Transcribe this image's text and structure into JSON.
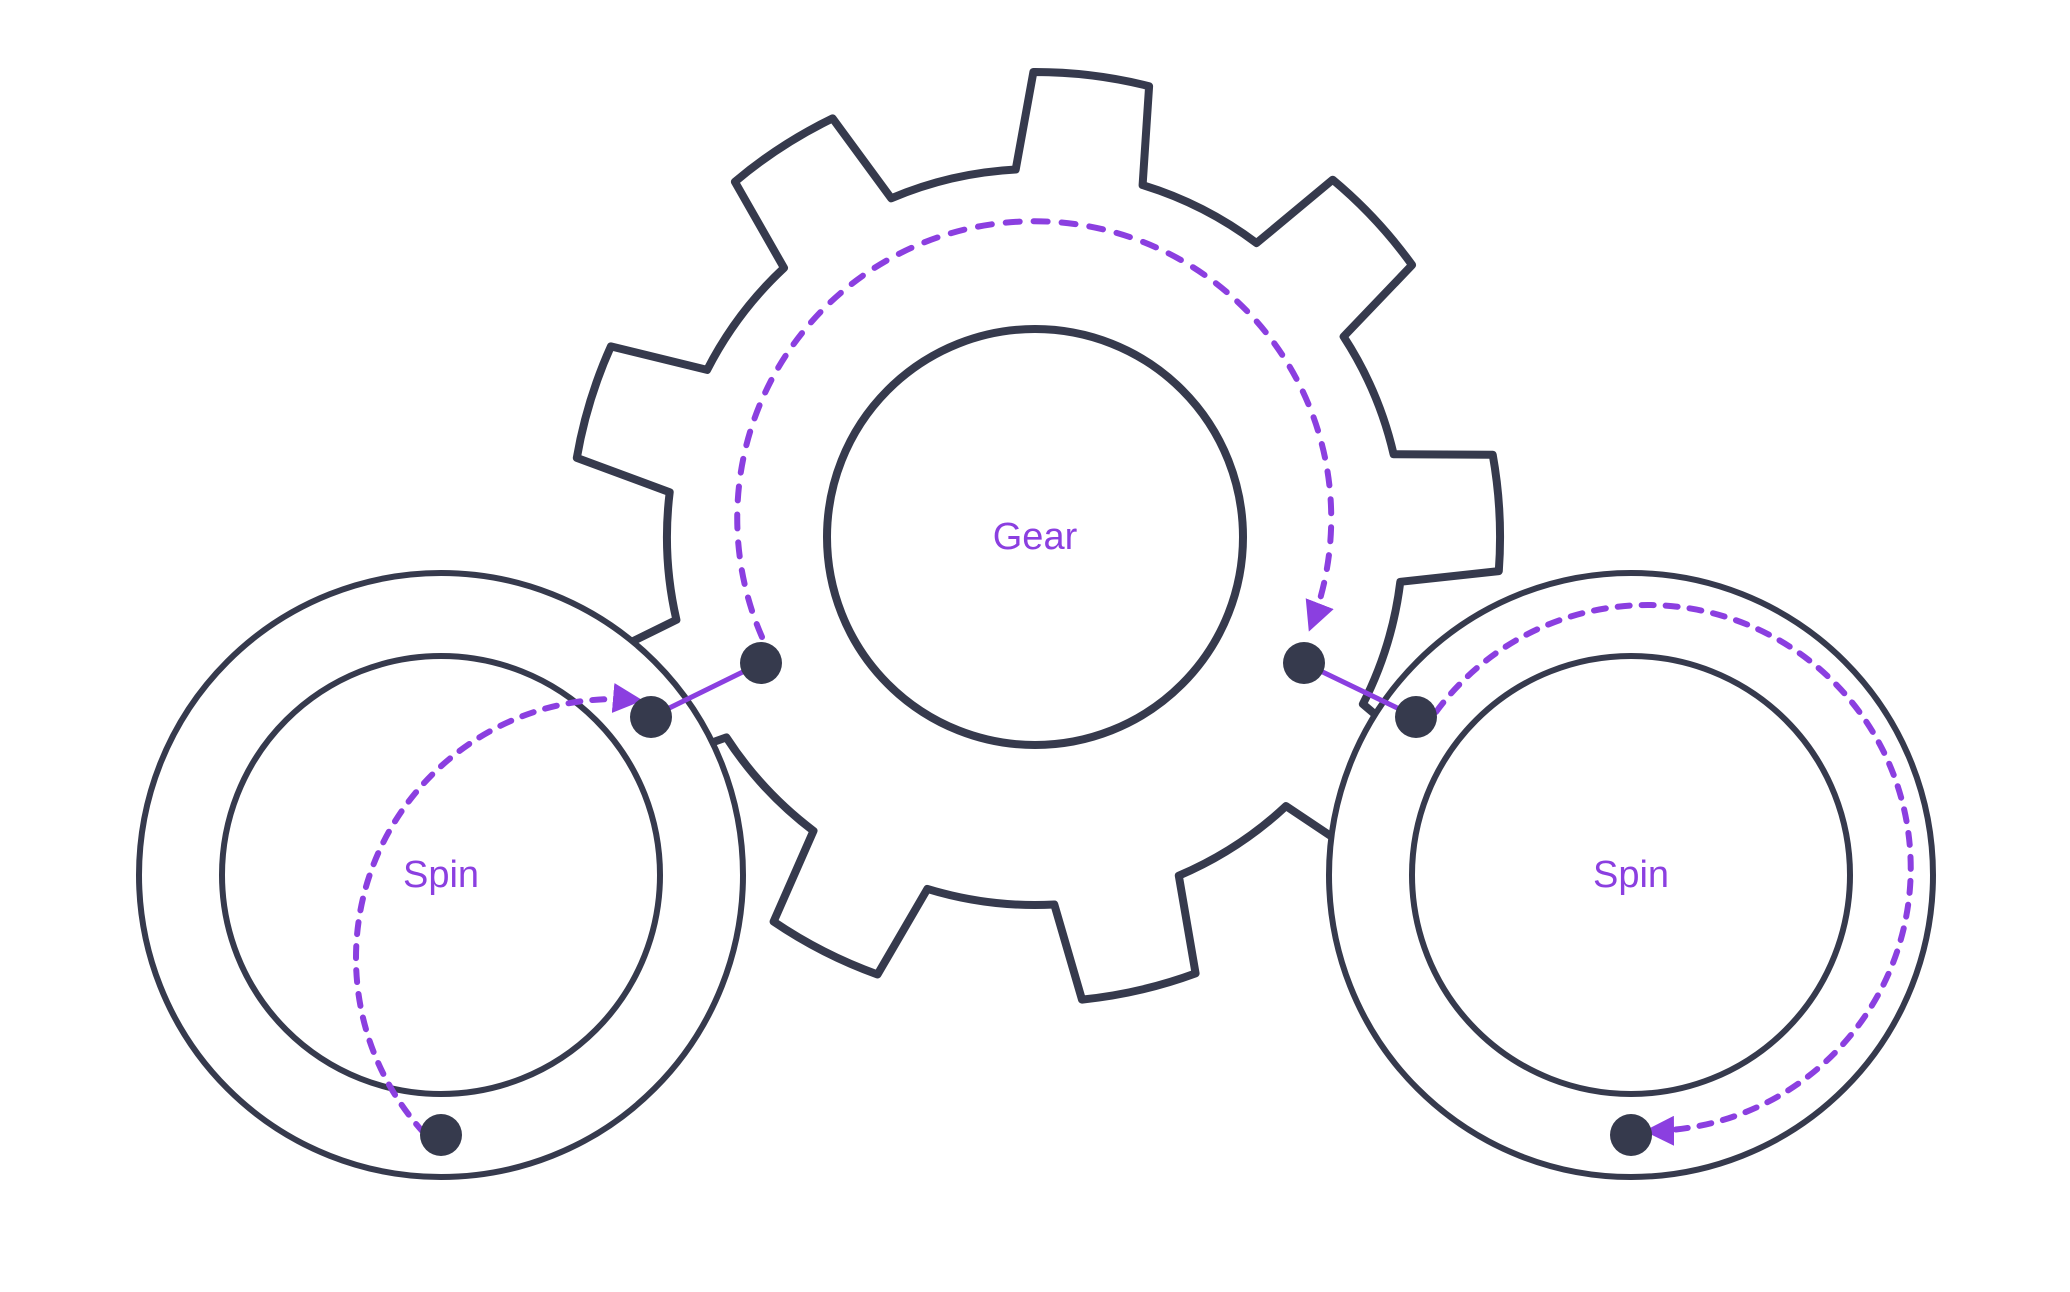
{
  "diagram": {
    "gear_label": "Gear",
    "left_spin_label": "Spin",
    "right_spin_label": "Spin"
  },
  "colors": {
    "outline": "#363a4d",
    "accent": "#8b3fe0",
    "background": "#ffffff"
  }
}
